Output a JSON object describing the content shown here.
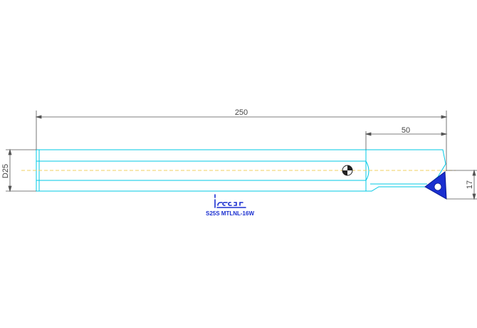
{
  "dimensions": {
    "overall_length": "250",
    "head_length": "50",
    "shank_diameter": "D25",
    "offset": "17"
  },
  "title_block": {
    "brand": "iscar",
    "part_number": "S25S MTLNL-16W"
  },
  "colors": {
    "outline": "#00c8e6",
    "centerline": "#f2d060",
    "dimension": "#555555",
    "insert": "#1a2fd0",
    "label": "#1a2fd0"
  },
  "icons": {
    "insert": "triangular-insert-icon",
    "coolant": "coolant-marker-icon",
    "logo": "iscar-logo"
  }
}
